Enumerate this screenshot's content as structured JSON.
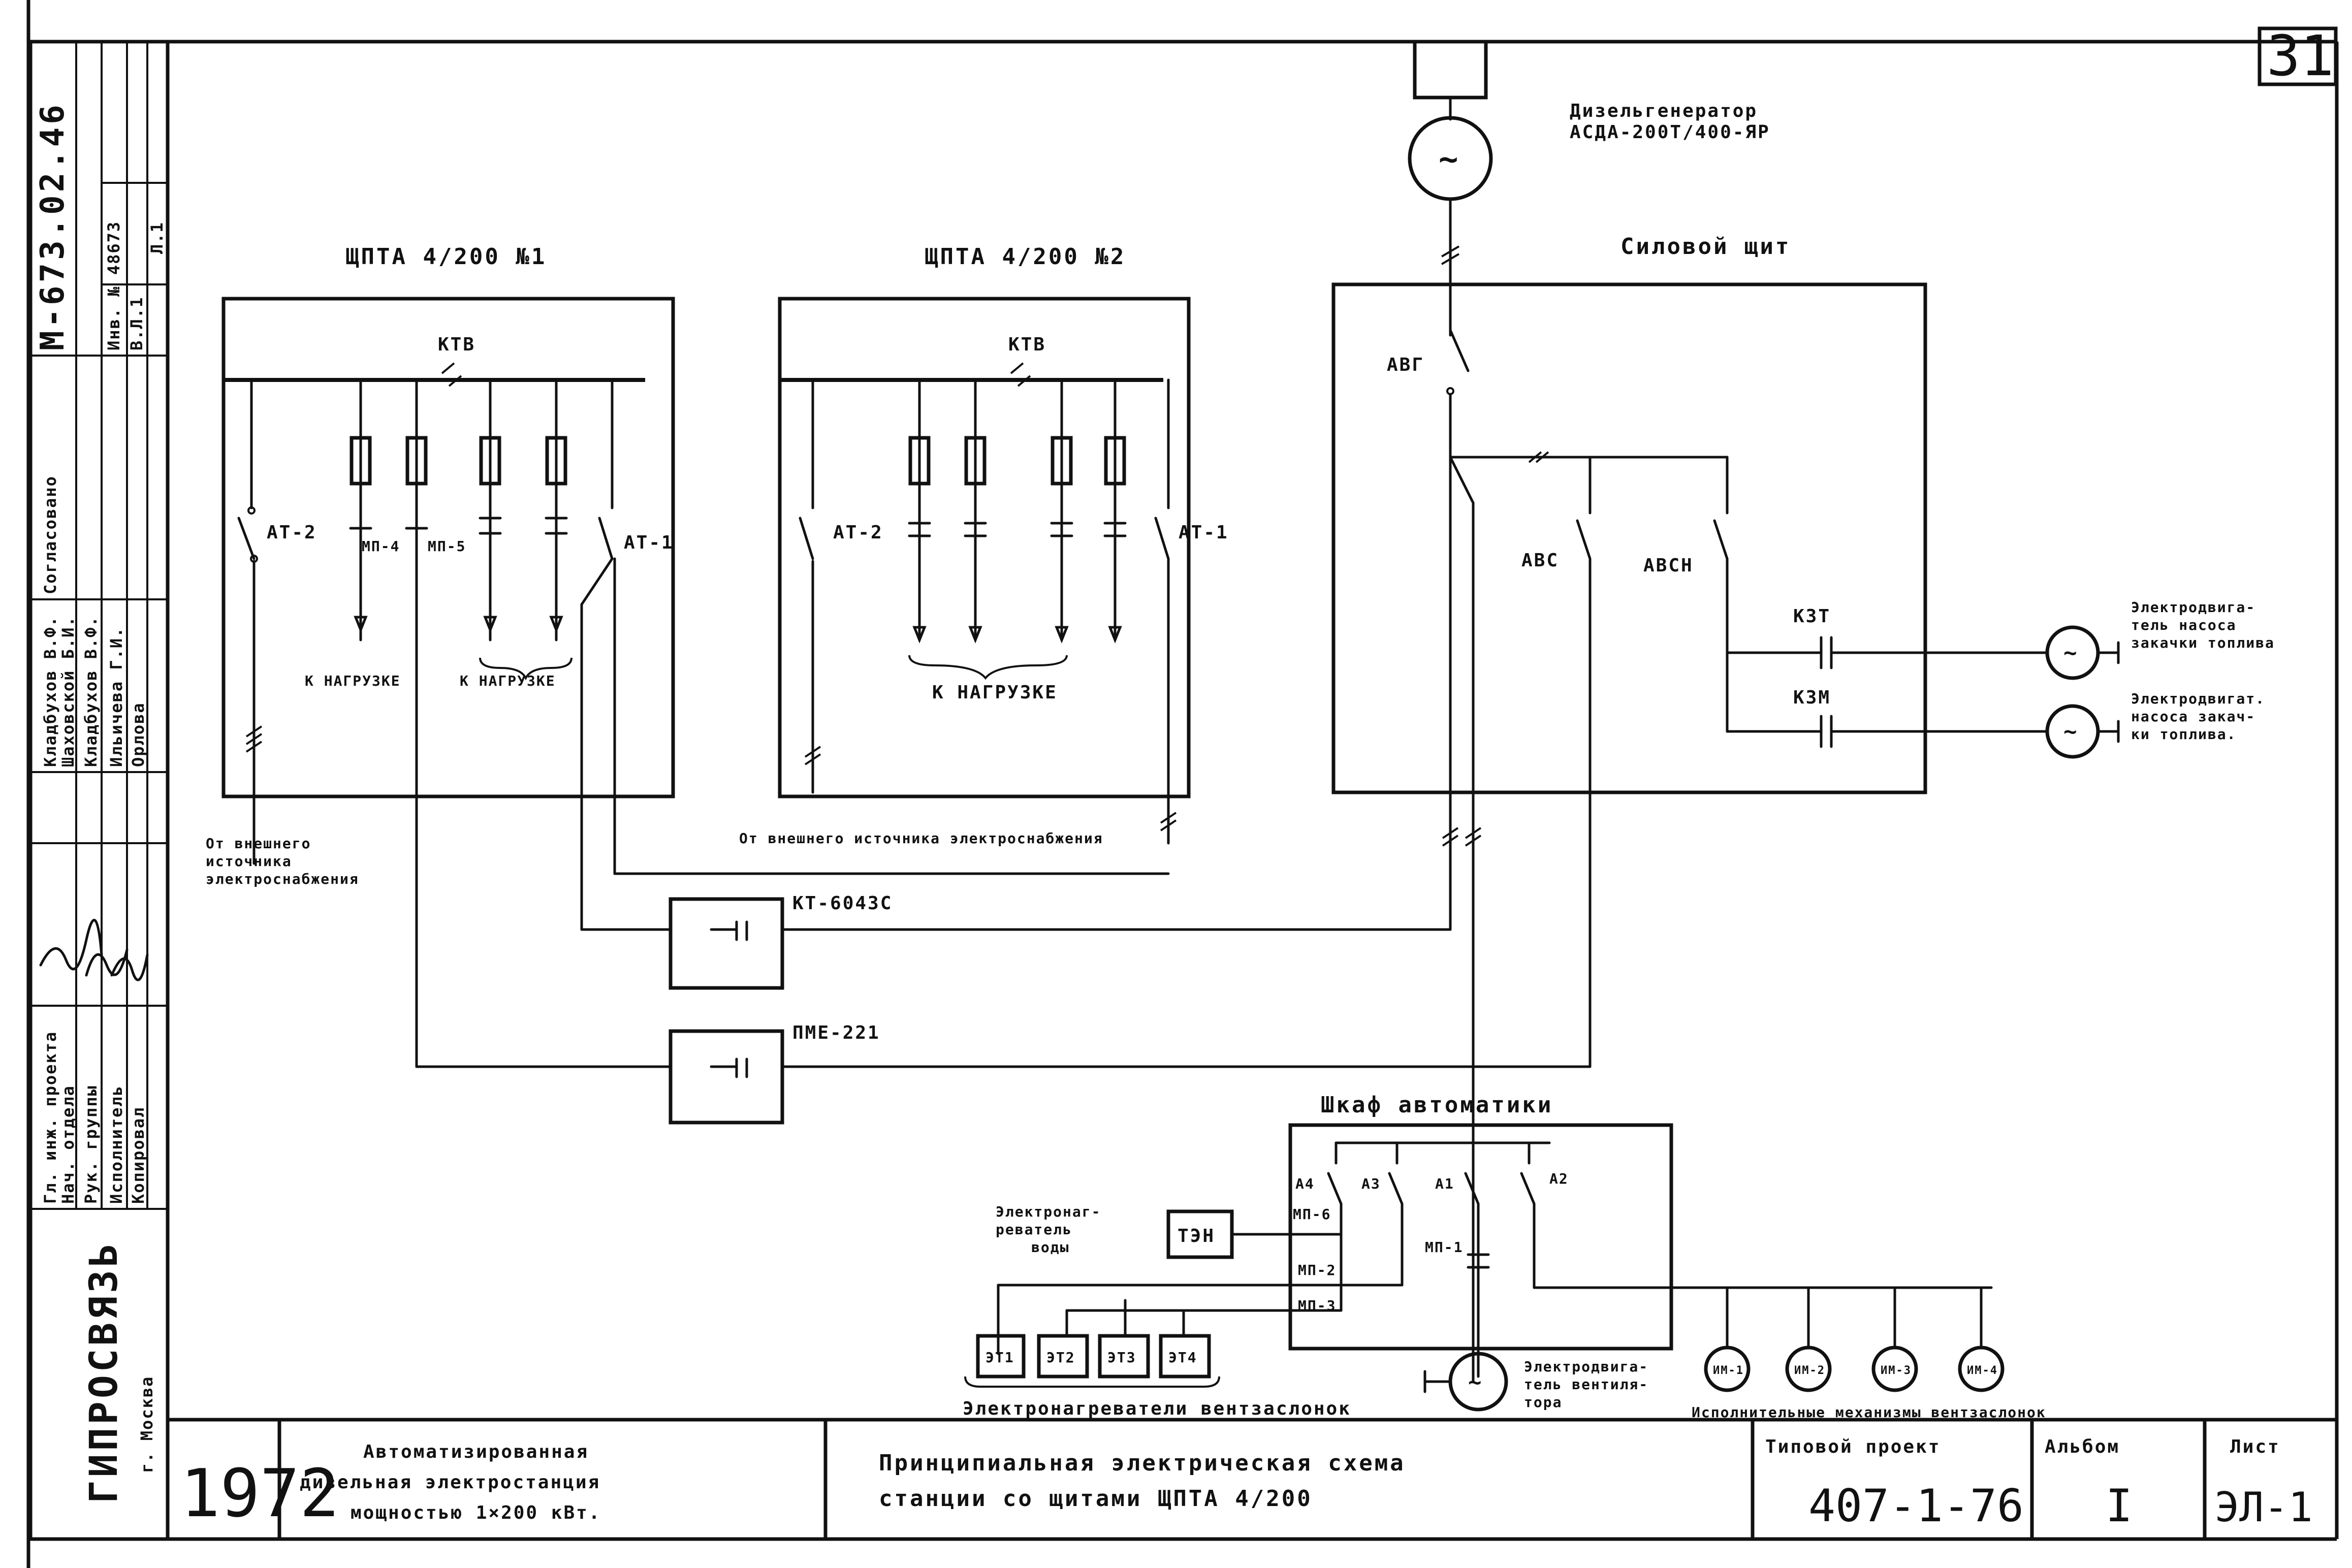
{
  "sheet_number": "31",
  "generator": {
    "label": "Дизельгенератор",
    "model": "АСДА-200Т/400-ЯР",
    "symbol": "~"
  },
  "panels": {
    "shpta1": {
      "title": "ЩПТА 4/200 №1",
      "bus_switch": "КТВ",
      "at_left": "АТ-2",
      "at_right": "АТ-1",
      "mp_a": "МП-4",
      "mp_b": "МП-5",
      "load_a": "К НАГРУЗКЕ",
      "load_b": "К НАГРУЗКЕ"
    },
    "shpta2": {
      "title": "ЩПТА 4/200 №2",
      "bus_switch": "КТВ",
      "at_left": "АТ-2",
      "at_right": "АТ-1",
      "load": "К НАГРУЗКЕ"
    },
    "power": {
      "title": "Силовой щит",
      "main_breaker": "АВГ",
      "b1": "АВС",
      "b2": "АВСН",
      "k1": "КЗТ",
      "k2": "КЗМ"
    }
  },
  "external_sources": {
    "left": "От внешнего источника электроснабжения",
    "center": "От внешнего источника электроснабжения"
  },
  "relays": {
    "kt": "КТ-6043С",
    "pme": "ПМЕ-221"
  },
  "motors": {
    "m1": {
      "label": "Электродвигатель насоса закачки топлива",
      "symbol": "~"
    },
    "m2": {
      "label": "Электродвигат. насоса закачки топлива.",
      "symbol": "~"
    },
    "vent": {
      "label": "Электродвигатель вентилятора",
      "symbol": "~"
    }
  },
  "cabinet": {
    "title": "Шкаф автоматики",
    "a1": "А1",
    "a2": "А2",
    "a3": "А3",
    "a4": "А4",
    "mp1": "МП-1",
    "mp2": "МП-2",
    "mp3": "МП-3",
    "mp6": "МП-6",
    "ten": "ТЭН",
    "heater_label": "Электронагреватель воды"
  },
  "heaters": {
    "items": [
      "ЭТ1",
      "ЭТ2",
      "ЭТ3",
      "ЭТ4"
    ],
    "caption": "Электронагреватели вентзаслонок"
  },
  "mechanisms": {
    "items": [
      "ИМ-1",
      "ИМ-2",
      "ИМ-3",
      "ИМ-4"
    ],
    "caption": "Исполнительные механизмы вентзаслонок"
  },
  "side_stamp": {
    "organization": "ГИПРОСВЯЗЬ",
    "city": "г. Москва",
    "agreed": "Согласовано",
    "doc_number": "М-673.02.46",
    "inv_number": "Инв. № 48673",
    "roles": [
      "Гл. инж. проекта",
      "Нач. отдела",
      "Рук. группы",
      "Исполнитель",
      "Копировал"
    ],
    "names": [
      "Кладбухов В.Ф.",
      "Шаховской Б.И.",
      "Кладбухов В.Ф.",
      "Ильичева Г.И.",
      "Орлова"
    ],
    "cells": [
      "В.Л.1",
      "Л.1"
    ]
  },
  "title_block": {
    "year": "1972",
    "project_name_1": "Автоматизированная",
    "project_name_2": "дизельная электростанция",
    "project_name_3": "мощностью 1×200 кВт.",
    "drawing_title_1": "Принципиальная электрическая схема",
    "drawing_title_2": "станции со щитами ЩПТА 4/200",
    "type_project_label": "Типовой проект",
    "type_project_value": "407-1-76",
    "album_label": "Альбом",
    "album_value": "I",
    "sheet_label": "Лист",
    "sheet_value": "ЭЛ-1"
  }
}
